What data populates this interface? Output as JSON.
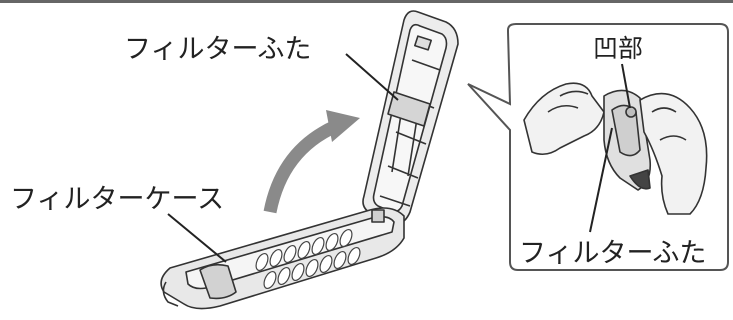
{
  "labels": {
    "filter_lid": "フィルターふた",
    "filter_case": "フィルターケース",
    "recess": "凹部",
    "filter_lid_inset": "フィルターふた"
  },
  "colors": {
    "line": "#333333",
    "fill_light": "#e6e6e6",
    "fill_mid": "#cfcfcf",
    "arrow": "#888888",
    "callout_border": "#555555"
  },
  "icons": {
    "rotate_arrow": "curved-arrow-icon"
  }
}
